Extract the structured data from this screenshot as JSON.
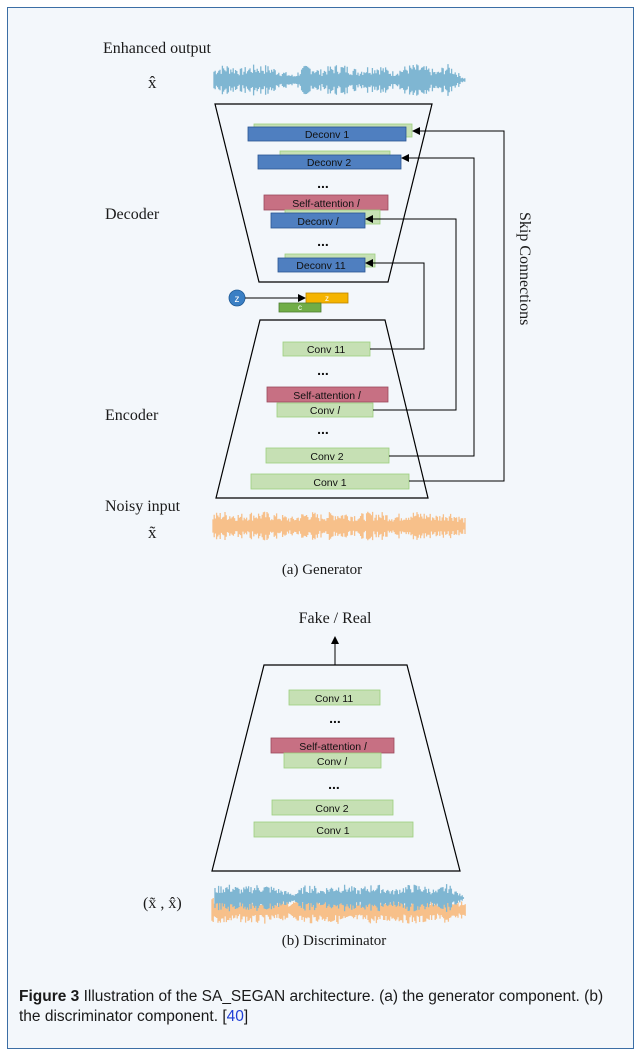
{
  "generator": {
    "output_label": "Enhanced output",
    "output_symbol": "x̂",
    "decoder_label": "Decoder",
    "encoder_label": "Encoder",
    "input_label": "Noisy input",
    "input_symbol": "x̃",
    "skip_label": "Skip Connections",
    "z_label": "z",
    "latent_z": "z",
    "latent_c": "c",
    "ellipsis": "...",
    "decoder_blocks": {
      "d1": "Deconv 1",
      "d2": "Deconv 2",
      "sa": "Self-attention 𝑙",
      "dl": "Deconv 𝑙",
      "d11": "Deconv 11"
    },
    "encoder_blocks": {
      "c11": "Conv 11",
      "sa": "Self-attention 𝑙",
      "cl": "Conv 𝑙",
      "c2": "Conv 2",
      "c1": "Conv 1"
    },
    "subcaption": "(a) Generator"
  },
  "discriminator": {
    "output_label": "Fake / Real",
    "blocks": {
      "c11": "Conv 11",
      "sa": "Self-attention 𝑙",
      "cl": "Conv 𝑙",
      "c2": "Conv 2",
      "c1": "Conv 1"
    },
    "input_label": "(x̃ , x̂)",
    "subcaption": "(b) Discriminator"
  },
  "caption": {
    "figure_label": "Figure 3",
    "text": " Illustration of the SA_SEGAN architecture. (a) the generator component. (b) the discriminator component. [",
    "ref": "40",
    "end": "]"
  },
  "colors": {
    "conv": "#c6e0b4",
    "deconv": "#4f7fc0",
    "attention": "#c77083",
    "latent_z": "#f5b400",
    "latent_c": "#70ad47",
    "clean_wave": "#7fb6d2",
    "noisy_wave": "#f7c08a",
    "frame_border": "#3b6ea5",
    "frame_bg": "#f3f7fb"
  }
}
